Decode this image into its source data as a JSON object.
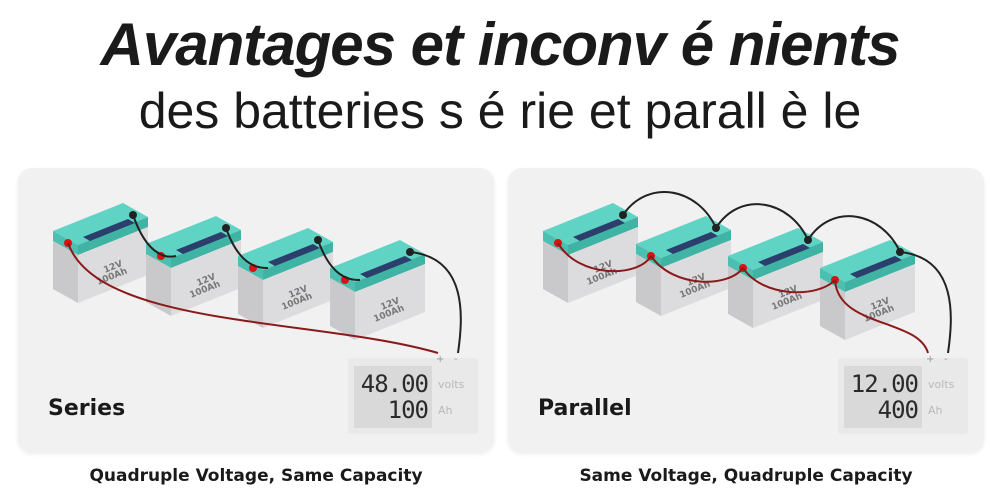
{
  "header": {
    "title": "Avantages et inconv é nients",
    "subtitle": "des batteries s é rie et parall è le"
  },
  "battery_label": {
    "voltage": "12V",
    "capacity": "100Ah"
  },
  "colors": {
    "battery_top": "#5fd3c4",
    "battery_body": "#d6d6d8",
    "battery_handle": "#2c3e6b",
    "positive_wire": "#8b1a1a",
    "negative_wire": "#222222",
    "panel_bg": "#f1f1f2"
  },
  "panels": [
    {
      "label": "Series",
      "meter": {
        "voltage": "48.00",
        "voltage_unit": "volts",
        "capacity": "100",
        "capacity_unit": "Ah",
        "plus": "+",
        "minus": "-"
      },
      "caption": "Quadruple Voltage, Same Capacity"
    },
    {
      "label": "Parallel",
      "meter": {
        "voltage": "12.00",
        "voltage_unit": "volts",
        "capacity": "400",
        "capacity_unit": "Ah",
        "plus": "+",
        "minus": "-"
      },
      "caption": "Same Voltage, Quadruple Capacity"
    }
  ]
}
